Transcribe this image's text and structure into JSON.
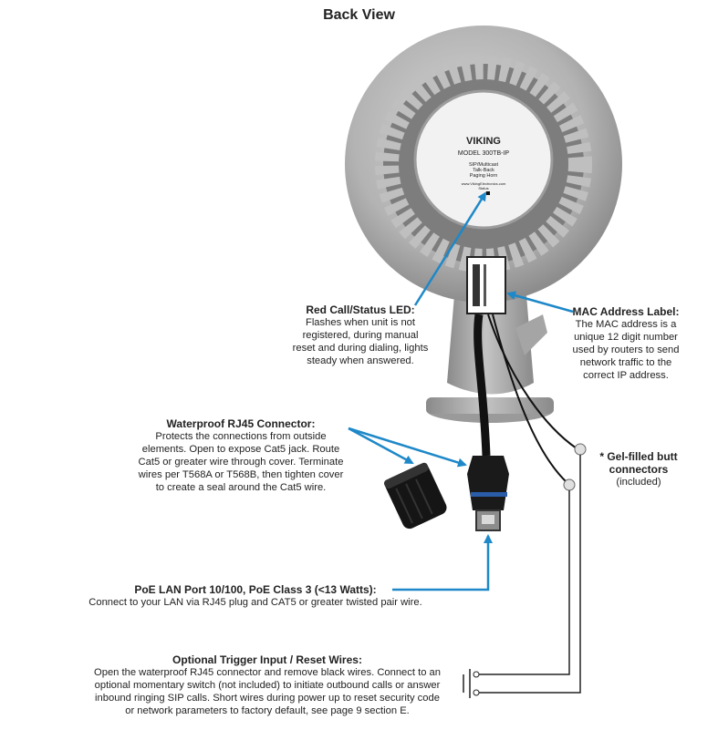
{
  "title": "Back View",
  "device_label": {
    "brand": "VIKING",
    "model": "MODEL 300TB-IP",
    "desc1": "SIP/Multicast",
    "desc2": "Talk-Back",
    "desc3": "Paging Horn",
    "website": "www.VikingElectronics.com",
    "status": "Status"
  },
  "callouts": {
    "led": {
      "heading": "Red Call/Status LED:",
      "lines": [
        "Flashes when unit is not",
        "registered, during manual",
        "reset and during dialing, lights",
        "steady when answered."
      ]
    },
    "mac": {
      "heading": "MAC Address Label:",
      "lines": [
        "The MAC address is a",
        "unique 12 digit number",
        "used by routers to send",
        "network traffic to the",
        "correct IP address."
      ]
    },
    "rj45": {
      "heading": "Waterproof RJ45 Connector:",
      "lines": [
        "Protects the connections from outside",
        "elements. Open to expose Cat5 jack. Route",
        "Cat5 or greater wire through cover. Terminate",
        "wires per T568A or T568B, then tighten cover",
        "to create a seal around the Cat5 wire."
      ]
    },
    "gel": {
      "heading": "* Gel-filled butt",
      "lines": [
        "connectors",
        "(included)"
      ]
    },
    "poe": {
      "heading": "PoE LAN Port 10/100, PoE Class 3 (<13 Watts):",
      "lines": [
        "Connect to your LAN via RJ45 plug and CAT5 or greater twisted pair wire."
      ]
    },
    "trigger": {
      "heading": "Optional Trigger Input / Reset Wires:",
      "lines": [
        "Open the waterproof RJ45 connector and remove black wires. Connect to an",
        "optional momentary switch (not included) to initiate outbound calls or answer",
        "inbound ringing SIP calls. Short wires during power up to reset security code",
        "or network parameters to factory default, see page 9 section E."
      ]
    }
  },
  "colors": {
    "arrow": "#1e88c8",
    "housing": "#a9a9a9",
    "housing_dark": "#7f7f7f",
    "black": "#111111"
  }
}
